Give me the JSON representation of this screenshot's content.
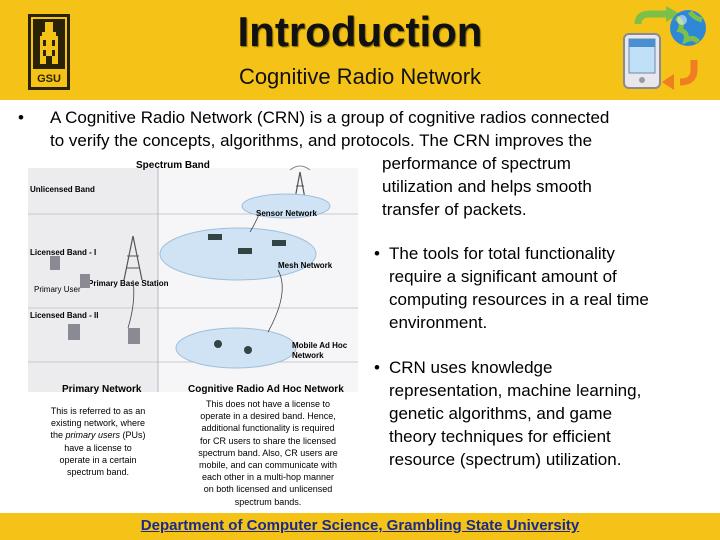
{
  "header": {
    "title": "Introduction",
    "subtitle": "Cognitive Radio Network",
    "logo_text": "GSU"
  },
  "bullets": {
    "b1": {
      "line1": "A Cognitive Radio Network (CRN) is a group of cognitive radios connected",
      "line2": "to verify the concepts, algorithms, and protocols. The CRN improves the",
      "line3": "performance of   spectrum",
      "line4": "utilization and helps smooth",
      "line5": "transfer of packets."
    },
    "b2": {
      "line1": "The tools for total functionality",
      "line2": "require a significant amount of",
      "line3": "computing resources in a real time",
      "line4": "environment."
    },
    "b3": {
      "line1": "CRN uses knowledge",
      "line2": "representation, machine learning,",
      "line3": "genetic algorithms, and game",
      "line4": "theory techniques for efficient",
      "line5": "resource (spectrum) utilization."
    }
  },
  "diagram": {
    "spectrum_band": "Spectrum Band",
    "unlicensed_band": "Unlicensed Band",
    "licensed_band_1": "Licensed Band - I",
    "licensed_band_2": "Licensed Band - II",
    "sensor_network": "Sensor Network",
    "mesh_network": "Mesh Network",
    "primary_user": "Primary User",
    "primary_base_station": "Primary Base Station",
    "mobile_adhoc_1": "Mobile Ad Hoc",
    "mobile_adhoc_2": "Network",
    "primary_network": "Primary Network",
    "crn_adhoc": "Cognitive Radio Ad Hoc Network",
    "caption_left": {
      "l1": "This is referred to as an",
      "l2": "existing network, where",
      "l3a": "the ",
      "l3b": "primary users",
      "l3c": " (PUs)",
      "l4": "have a license to",
      "l5": "operate in a certain",
      "l6": "spectrum band."
    },
    "caption_right": {
      "l1": "This does not have a license to",
      "l2": "operate in a desired band. Hence,",
      "l3": "additional functionality is required",
      "l4": "for CR users to share the licensed",
      "l5": "spectrum band. Also, CR users are",
      "l6": "mobile, and can communicate with",
      "l7": "each other in a multi-hop manner",
      "l8": "on both licensed and unlicensed",
      "l9": "spectrum bands."
    }
  },
  "footer": {
    "text": "Department of Computer Science, Grambling State University"
  },
  "colors": {
    "header_bg": "#f5c217",
    "footer_text": "#1a2a8a",
    "cloud": "#cfe3f5"
  }
}
